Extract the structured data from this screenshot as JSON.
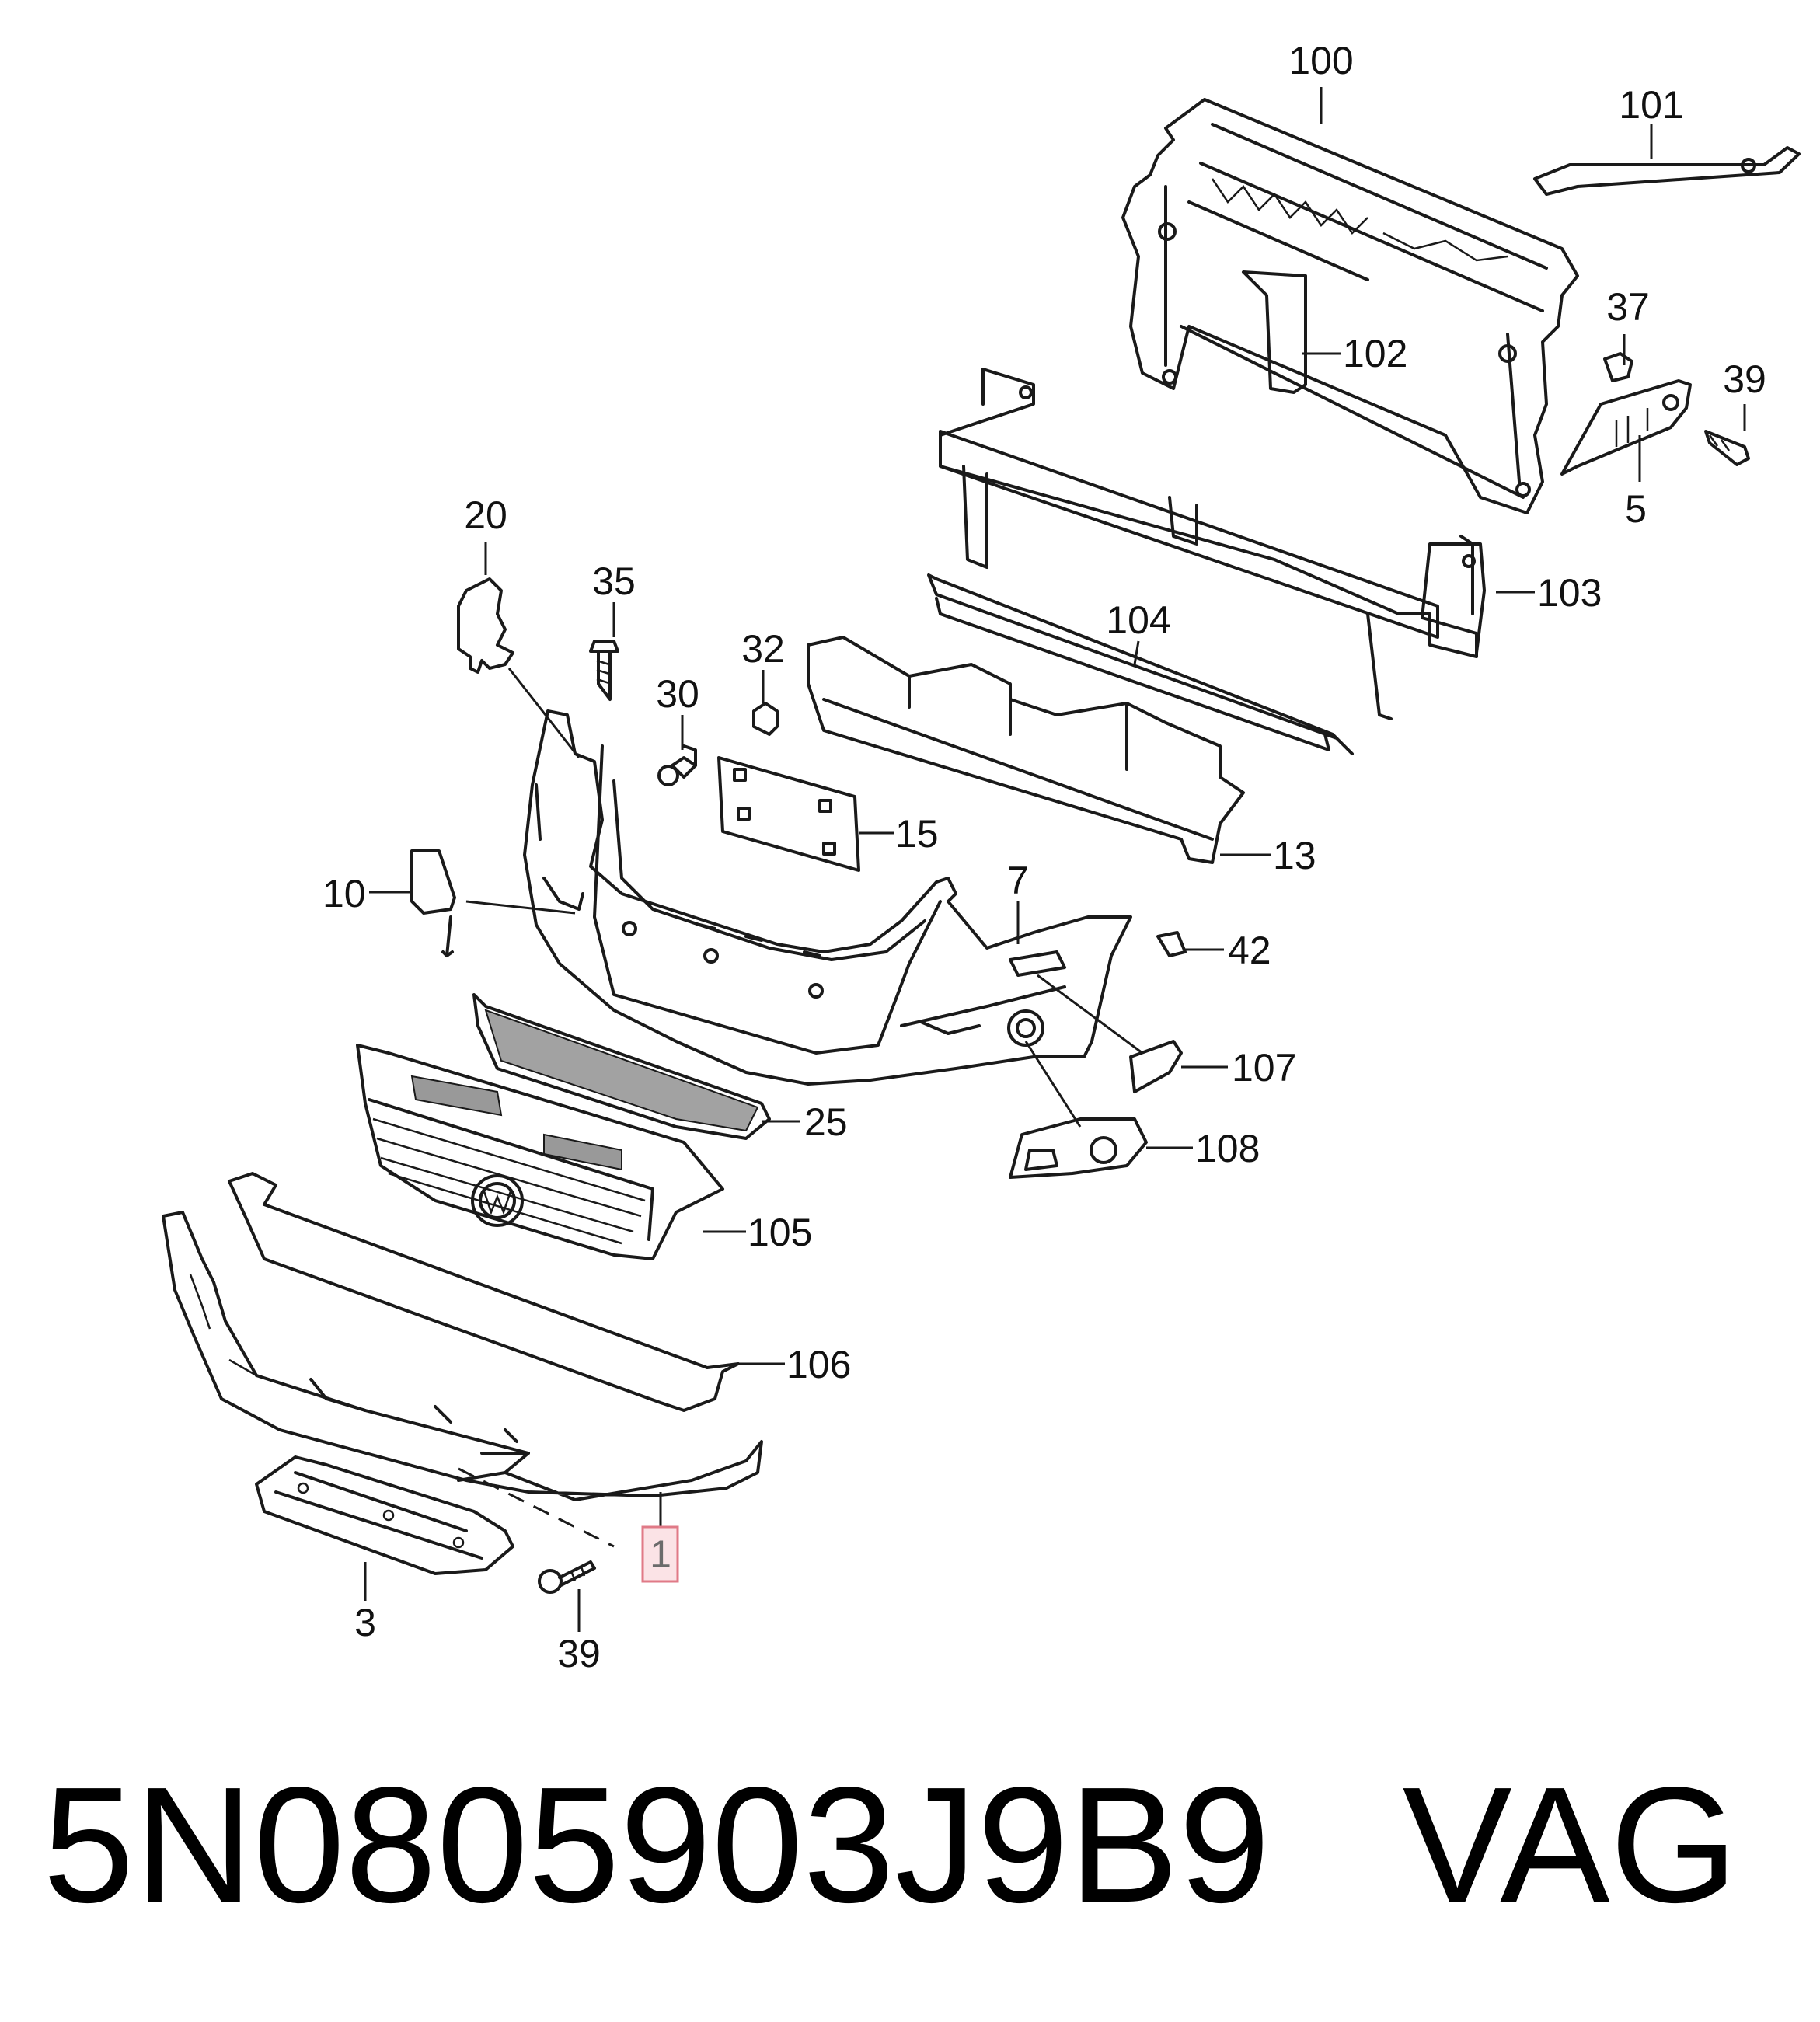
{
  "diagram": {
    "callouts": [
      {
        "id": "c100",
        "text": "100"
      },
      {
        "id": "c101",
        "text": "101"
      },
      {
        "id": "c102",
        "text": "102"
      },
      {
        "id": "c37",
        "text": "37"
      },
      {
        "id": "c39a",
        "text": "39"
      },
      {
        "id": "c5",
        "text": "5"
      },
      {
        "id": "c103",
        "text": "103"
      },
      {
        "id": "c20",
        "text": "20"
      },
      {
        "id": "c35",
        "text": "35"
      },
      {
        "id": "c32",
        "text": "32"
      },
      {
        "id": "c30",
        "text": "30"
      },
      {
        "id": "c104",
        "text": "104"
      },
      {
        "id": "c15",
        "text": "15"
      },
      {
        "id": "c13",
        "text": "13"
      },
      {
        "id": "c10",
        "text": "10"
      },
      {
        "id": "c7",
        "text": "7"
      },
      {
        "id": "c42",
        "text": "42"
      },
      {
        "id": "c107",
        "text": "107"
      },
      {
        "id": "c25",
        "text": "25"
      },
      {
        "id": "c108",
        "text": "108"
      },
      {
        "id": "c105",
        "text": "105"
      },
      {
        "id": "c106",
        "text": "106"
      },
      {
        "id": "c1",
        "text": "1",
        "highlighted": true
      },
      {
        "id": "c3",
        "text": "3"
      },
      {
        "id": "c39b",
        "text": "39"
      }
    ]
  },
  "footer": {
    "part_number": "5N0805903J9B9",
    "brand": "VAG"
  },
  "colors": {
    "line": "#1a1a1a",
    "highlight_fill": "#fbe3e6",
    "highlight_stroke": "#e07a87"
  }
}
